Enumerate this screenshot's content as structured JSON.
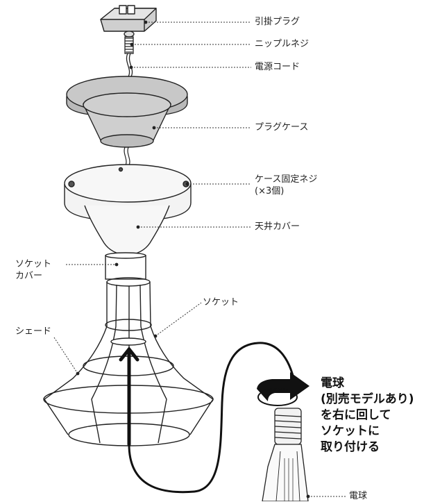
{
  "labels": {
    "hook_plug": "引掛プラグ",
    "nipple_screw": "ニップルネジ",
    "power_cord": "電源コード",
    "plug_case": "プラグケース",
    "case_screw_line1": "ケース固定ネジ",
    "case_screw_line2": "(×3個)",
    "ceiling_cover": "天井カバー",
    "socket_cover_line1": "ソケット",
    "socket_cover_line2": "カバー",
    "socket": "ソケット",
    "shade": "シェード",
    "bulb": "電球"
  },
  "instruction": {
    "line1": "電球",
    "line2": "(別売モデルあり)",
    "line3": "を右に回して",
    "line4": "ソケットに",
    "line5": "取り付ける"
  },
  "colors": {
    "line": "#222222",
    "part_fill": "#cfcfcf",
    "part_fill_light": "#e8e8e8",
    "arrow": "#111111"
  }
}
